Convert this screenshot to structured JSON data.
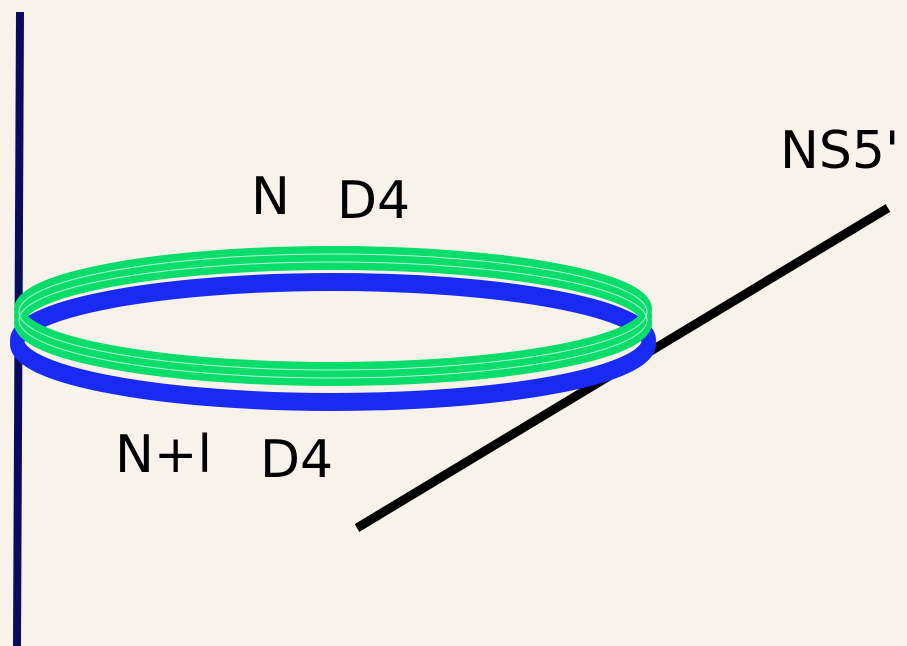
{
  "labels": {
    "top_count": "N",
    "top_brane": "D4",
    "bottom_count": "N+l",
    "bottom_brane": "D4",
    "ns5_prime": "NS5'"
  },
  "colors": {
    "background": "#f7f3eb",
    "vertical_line": "#0a0a5e",
    "diagonal_line": "#000000",
    "n_d4_ring": "#08dc6a",
    "nl_d4_ring": "#1a2af5"
  }
}
